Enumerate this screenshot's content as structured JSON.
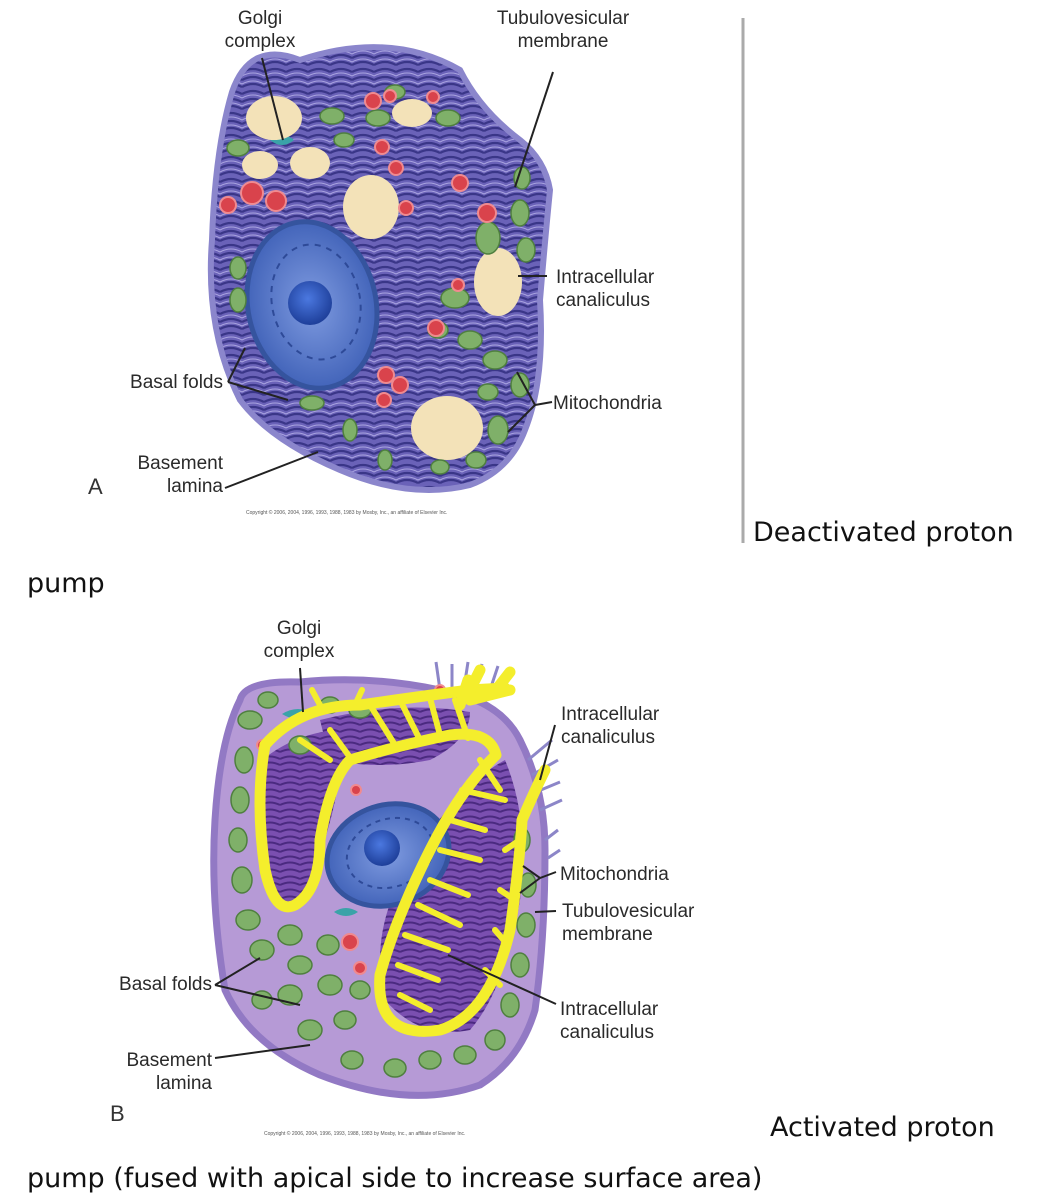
{
  "figure_a": {
    "panel": "A",
    "labels": {
      "golgi_line1": "Golgi",
      "golgi_line2": "complex",
      "tubulo_line1": "Tubulovesicular",
      "tubulo_line2": "membrane",
      "canal_line1": "Intracellular",
      "canal_line2": "canaliculus",
      "basal_folds": "Basal folds",
      "mitochondria": "Mitochondria",
      "basement_line1": "Basement",
      "basement_line2": "lamina"
    },
    "copyright": "Copyright © 2006, 2004, 1996, 1993, 1988, 1983 by Mosby, Inc., an affiliate of Elsevier Inc."
  },
  "figure_b": {
    "panel": "B",
    "labels": {
      "golgi_line1": "Golgi",
      "golgi_line2": "complex",
      "canal_top_line1": "Intracellular",
      "canal_top_line2": "canaliculus",
      "mitochondria": "Mitochondria",
      "tubulo_line1": "Tubulovesicular",
      "tubulo_line2": "membrane",
      "canal_bottom_line1": "Intracellular",
      "canal_bottom_line2": "canaliculus",
      "basal_folds": "Basal folds",
      "basement_line1": "Basement",
      "basement_line2": "lamina"
    },
    "copyright": "Copyright © 2006, 2004, 1996, 1993, 1988, 1983 by Mosby, Inc., an affiliate of Elsevier Inc."
  },
  "captions": {
    "a_line1": "Deactivated proton",
    "a_line2": "pump",
    "b_line1": "Activated proton",
    "b_line2": "pump (fused with apical side to increase surface area)"
  },
  "colors": {
    "cytoplasm_a": "#6a62b8",
    "cytoplasm_b": "#b69ad6",
    "nucleus": "#4a6fc4",
    "mitochondria": "#7fb069",
    "canaliculus_a": "#f3e2b8",
    "vesicle_red": "#d9434c",
    "highlight": "#f4ee2c"
  }
}
